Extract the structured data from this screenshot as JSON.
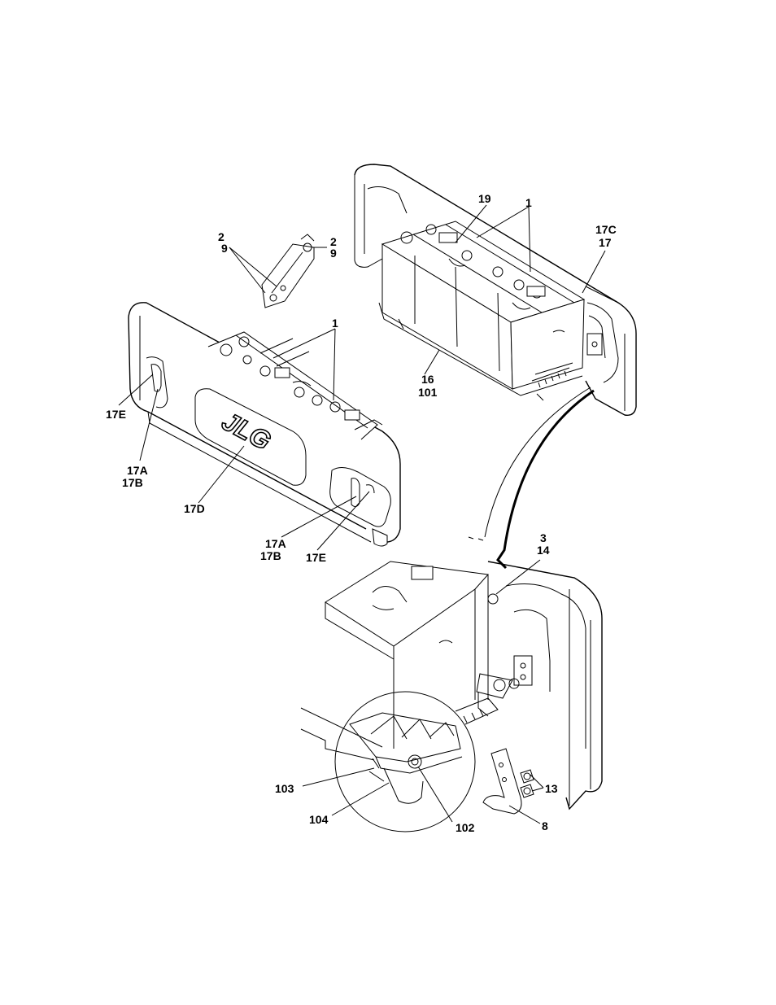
{
  "diagram": {
    "logo_text": "JLG",
    "callouts": {
      "c19": "19",
      "c1_top": "1",
      "c17C": "17C",
      "c17": "17",
      "c2_left": "2",
      "c9_left": "9",
      "c2_right": "2",
      "c9_right": "9",
      "c1_mid": "1",
      "c16": "16",
      "c101": "101",
      "c17E_left": "17E",
      "c17A_left": "17A",
      "c17B_left": "17B",
      "c17D": "17D",
      "c17A_right": "17A",
      "c17B_right": "17B",
      "c17E_right": "17E",
      "c3": "3",
      "c14": "14",
      "c13": "13",
      "c103": "103",
      "c104": "104",
      "c102": "102",
      "c8": "8"
    }
  }
}
